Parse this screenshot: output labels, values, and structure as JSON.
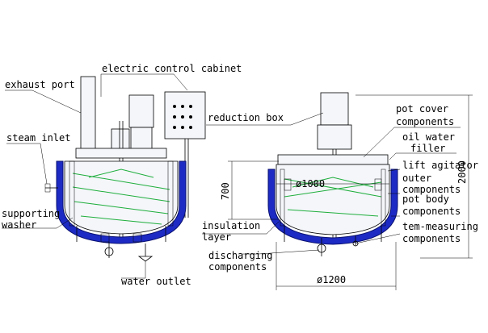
{
  "labels": {
    "exhaust_port": "exhaust port",
    "electric_control_cabinet": "electric control cabinet",
    "steam_inlet": "steam inlet",
    "supporting": "supporting",
    "washer": "washer",
    "water_outlet": "water outlet",
    "reduction_box": "reduction box",
    "insulation": "insulation",
    "layer": "layer",
    "discharging": "discharging",
    "components_discharging": "components",
    "pot_cover": "pot cover",
    "components_pot_cover": "components",
    "oil_water": "oil water",
    "filler": "filler",
    "lift_agitator": "lift agitator",
    "outer": "outer",
    "components_outer": "components",
    "pot_body": "pot body",
    "components_pot_body": "components",
    "tem_measuring": "tem-measuring",
    "components_tem": "components"
  },
  "dimensions": {
    "height_700": "700",
    "diameter_1000": "ø1000",
    "diameter_1200": "ø1200",
    "height_2000": "2000"
  },
  "colors": {
    "jacket": "#1d2bc4",
    "agitator_lines": "#1fae3c",
    "line": "#000000"
  }
}
